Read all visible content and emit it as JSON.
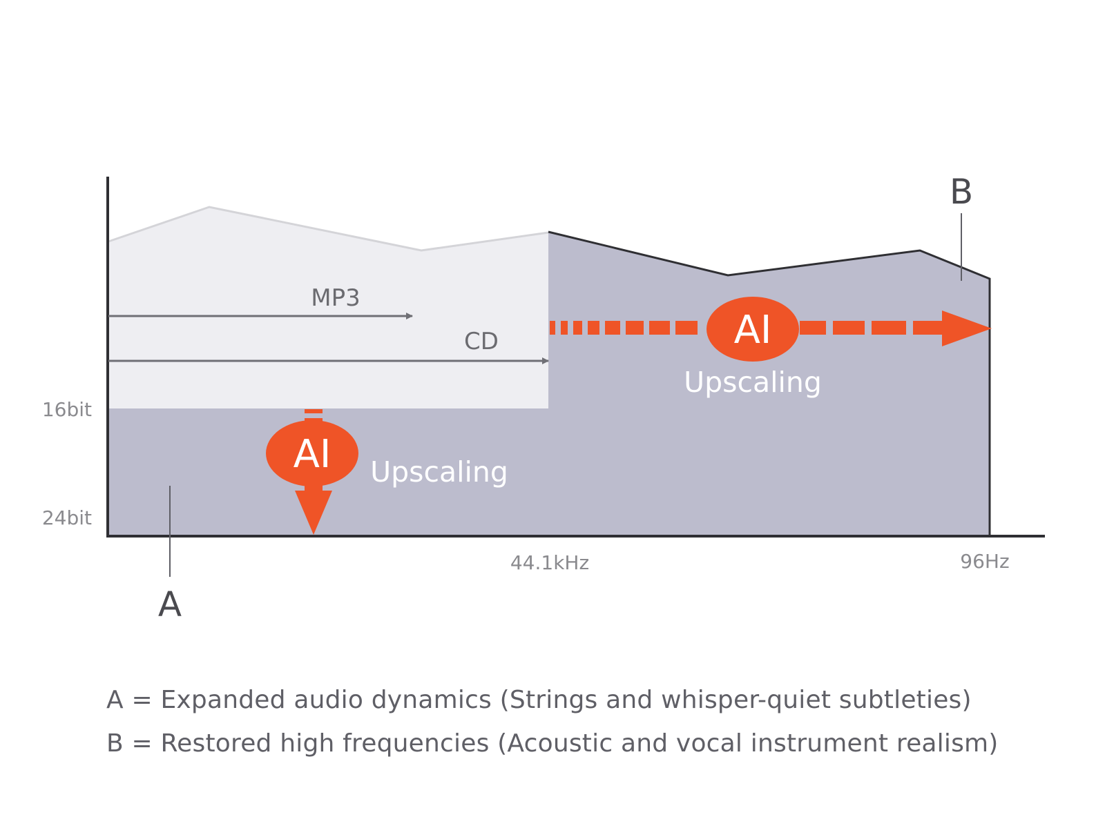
{
  "diagram": {
    "y_labels": {
      "bit16": "16bit",
      "bit24": "24bit"
    },
    "x_labels": {
      "cd_rate": "44.1kHz",
      "hires_rate": "96Hz"
    },
    "markers": {
      "a": "A",
      "b": "B"
    },
    "arrows": {
      "mp3": "MP3",
      "cd": "CD"
    },
    "ai_badges": [
      {
        "title": "AI",
        "subtitle": "Upscaling"
      },
      {
        "title": "AI",
        "subtitle": "Upscaling"
      }
    ],
    "colors": {
      "accent_orange": "#ef5427",
      "upscaled_area": "#bcbccd",
      "original_area": "#eeeef2",
      "axis": "#2f2f33",
      "arrow_gray": "#6f6f75"
    }
  },
  "legend": {
    "line_a": "A = Expanded audio dynamics (Strings and whisper-quiet subtleties)",
    "line_b": "B = Restored high frequencies (Acoustic and vocal instrument realism)"
  }
}
